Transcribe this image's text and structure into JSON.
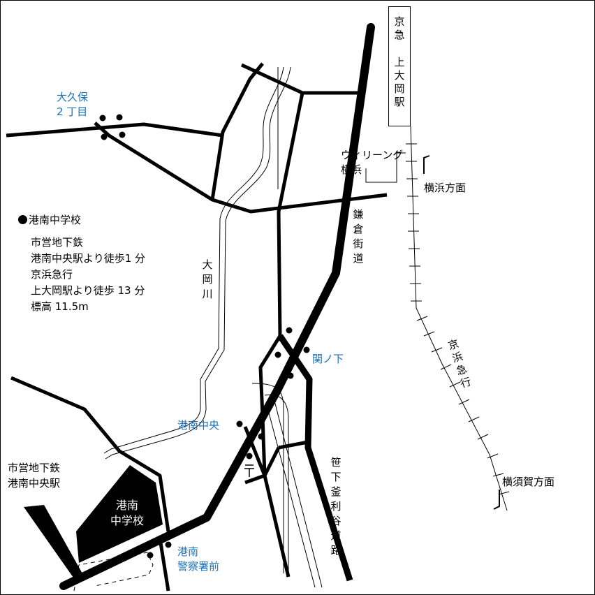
{
  "map": {
    "info": {
      "school": "港南中学校",
      "access_1_line": "市営地下鉄",
      "access_1_detail": "港南中央駅より徒歩1 分",
      "access_2_line": "京浜急行",
      "access_2_detail": "上大岡駅より徒歩 13 分",
      "elevation": "標高 11.5m"
    },
    "station_box": {
      "line": "京急",
      "station": "上大岡駅"
    },
    "labels": {
      "okubo": [
        "大久保",
        "2 丁目"
      ],
      "wiring": [
        "ウィリーング",
        "横浜"
      ],
      "yokohama_dir": "横浜方面",
      "kamakura_road": "鎌倉街道",
      "ooka_river": "大岡川",
      "sekinoshita": "関ノ下",
      "konan_chuo": "港南中央",
      "subway_station": [
        "市営地下鉄",
        "港南中央駅"
      ],
      "school_on_map": [
        "港南",
        "中学校"
      ],
      "police": [
        "港南",
        "警察署前"
      ],
      "sasage_road": "笹下釜利谷道路",
      "keikyu_line": "京浜急行",
      "yokosuka_dir": "横須賀方面"
    },
    "colors": {
      "ink": "#000000",
      "bus_stop_label": "#1a6fb5",
      "background": "#ffffff"
    }
  }
}
